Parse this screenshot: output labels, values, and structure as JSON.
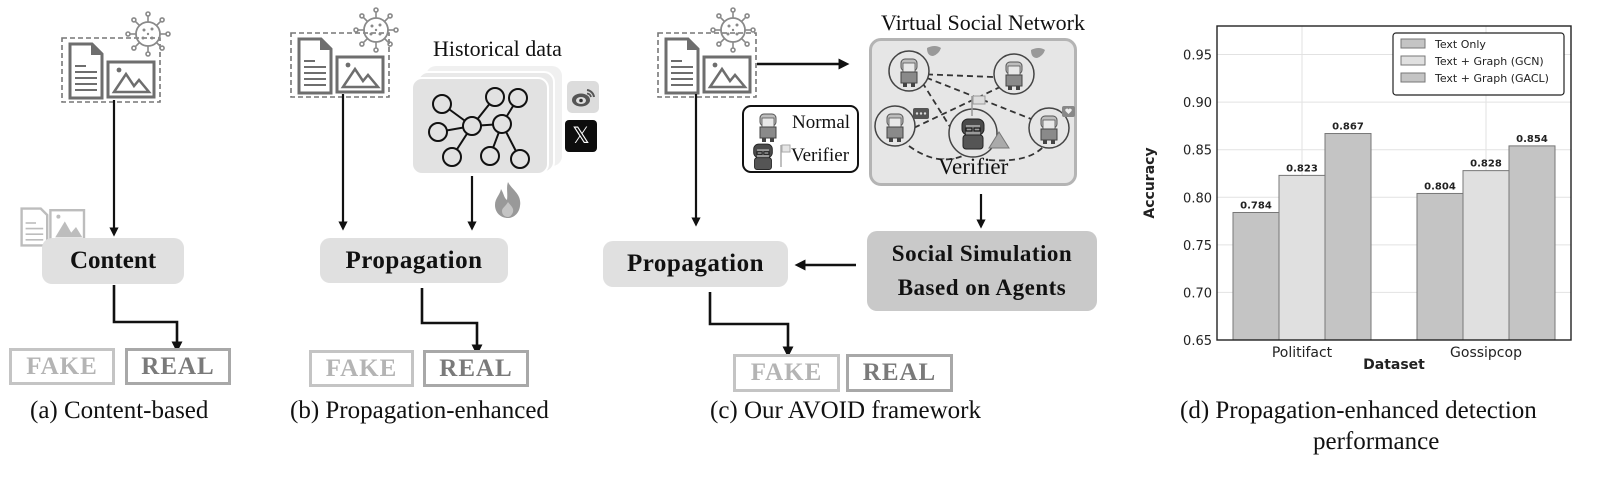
{
  "panels": {
    "a": {
      "caption": "(a) Content-based",
      "node_label": "Content",
      "outputs": {
        "fake": "FAKE",
        "real": "REAL"
      }
    },
    "b": {
      "caption": "(b) Propagation-enhanced",
      "historical_label": "Historical data",
      "node_label": "Propagation",
      "platform_icons": [
        "weibo-icon",
        "x-icon"
      ],
      "outputs": {
        "fake": "FAKE",
        "real": "REAL"
      }
    },
    "c": {
      "caption": "(c) Our AVOID framework",
      "network_title": "Virtual Social Network",
      "verifier_label": "Verifier",
      "legend": {
        "normal": "Normal",
        "verifier": "Verifier"
      },
      "simulation_label_line1": "Social Simulation",
      "simulation_label_line2": "Based on Agents",
      "node_label": "Propagation",
      "outputs": {
        "fake": "FAKE",
        "real": "REAL"
      }
    },
    "d": {
      "caption_line1": "(d) Propagation-enhanced detection",
      "caption_line2": "performance"
    }
  },
  "colors": {
    "node_fill": "#e0e0e0",
    "sim_fill": "#c9c9c9",
    "bar_text_only": "#c4c4c4",
    "bar_gcn": "#e0e0e0",
    "bar_gacl": "#c4c4c4"
  },
  "chart_data": {
    "type": "bar",
    "title": "",
    "xlabel": "Dataset",
    "ylabel": "Accuracy",
    "categories": [
      "Politifact",
      "Gossipcop"
    ],
    "series": [
      {
        "name": "Text Only",
        "values": [
          0.784,
          0.804
        ]
      },
      {
        "name": "Text + Graph (GCN)",
        "values": [
          0.823,
          0.828
        ]
      },
      {
        "name": "Text + Graph (GACL)",
        "values": [
          0.867,
          0.854
        ]
      }
    ],
    "ylim": [
      0.65,
      0.98
    ],
    "yticks": [
      0.65,
      0.7,
      0.75,
      0.8,
      0.85,
      0.9,
      0.95
    ],
    "ytick_labels": [
      "0.65",
      "0.70",
      "0.75",
      "0.80",
      "0.85",
      "0.90",
      "0.95"
    ],
    "data_labels": [
      [
        "0.784",
        "0.804"
      ],
      [
        "0.823",
        "0.828"
      ],
      [
        "0.867",
        "0.854"
      ]
    ],
    "grid": true,
    "legend_position": "top-right"
  }
}
